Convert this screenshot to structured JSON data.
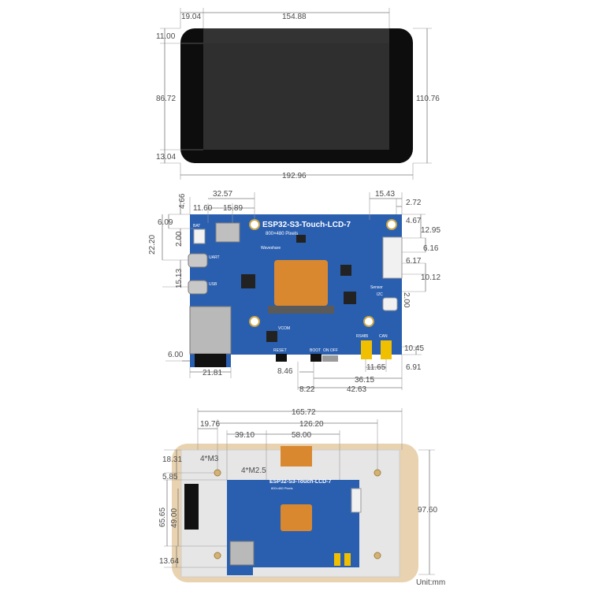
{
  "board": {
    "title": "ESP32-S3-Touch-LCD-7",
    "resolution": "800×480 Pixels",
    "brand": "Waveshare",
    "silk_labels": {
      "vcom": "VCOM",
      "reset": "RESET",
      "boot": "BOOT",
      "power_sw": "ON OFF",
      "uart": "UART",
      "usb": "USB",
      "can": "CAN",
      "rs485": "RS485",
      "i2c": "I2C",
      "sensor": "Sensor",
      "battery": "BAT"
    }
  },
  "units_label": "Unit:mm",
  "front_view": {
    "dims": [
      "19.04",
      "154.88",
      "11.00",
      "86.72",
      "13.04",
      "192.96",
      "110.76"
    ]
  },
  "board_view": {
    "dims": [
      "4.66",
      "32.57",
      "11.60",
      "15.89",
      "6.09",
      "22.20",
      "2.00",
      "15.13",
      "6.00",
      "21.81",
      "8.46",
      "8.22",
      "15.43",
      "2.72",
      "4.67",
      "12.95",
      "6.16",
      "6.17",
      "10.12",
      "2.00",
      "10.45",
      "11.65",
      "6.91",
      "36.15",
      "42.63"
    ]
  },
  "back_view": {
    "dims": [
      "165.72",
      "19.76",
      "126.20",
      "39.10",
      "58.00",
      "18.31",
      "5.85",
      "65.65",
      "49.00",
      "13.64",
      "97.60"
    ],
    "hole_labels": [
      "4*M3",
      "4*M2.5"
    ]
  },
  "colors": {
    "pcb_blue": "#2a5fb0",
    "bezel": "#0d0d0d",
    "glass": "#2e2e2e",
    "backplate": "#e8d2b0",
    "fpc": "#d9882f",
    "jumper": "#f0c000"
  }
}
